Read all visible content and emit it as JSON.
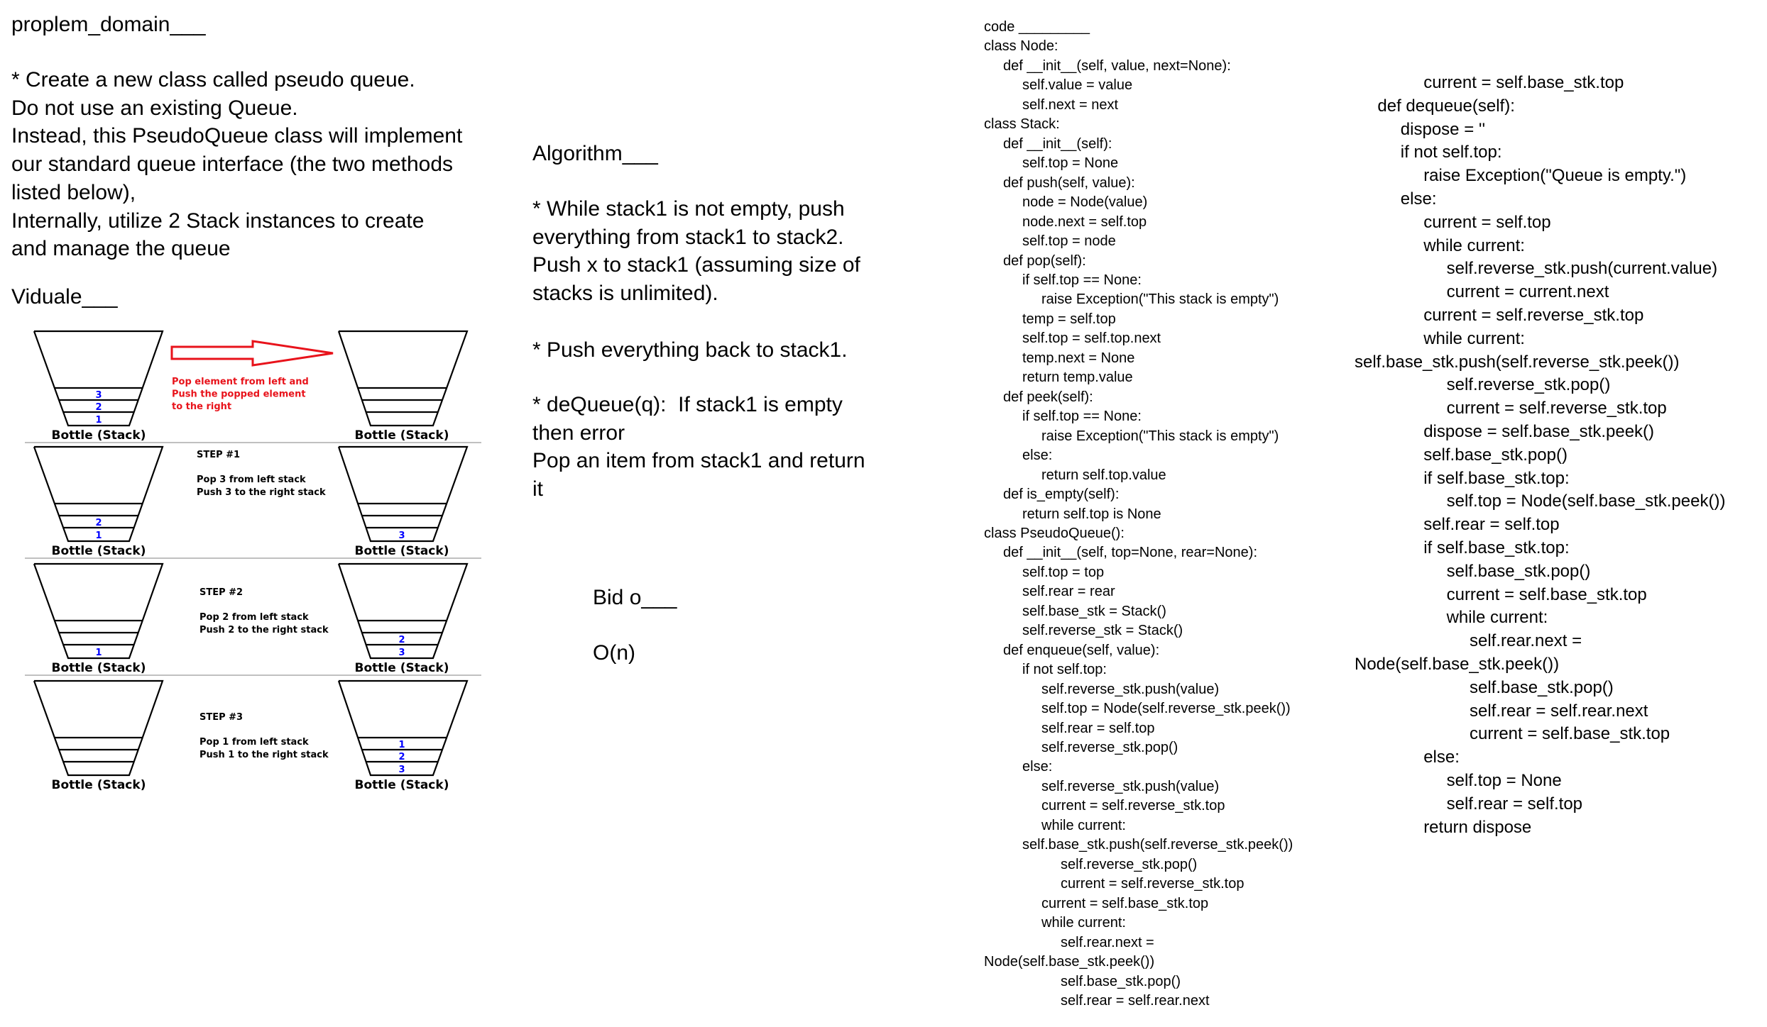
{
  "problem": {
    "heading": "proplem_domain___",
    "lines": [
      "* Create a new class called pseudo queue.",
      "Do not use an existing Queue.",
      "Instead, this PseudoQueue class will implement",
      "our standard queue interface (the two methods",
      "listed below),",
      "Internally, utilize 2 Stack instances to create",
      "and manage the queue"
    ],
    "visual_heading": "Viduale___"
  },
  "diagram": {
    "bottle_label": "Bottle (Stack)",
    "arrow_color": "#e8131b",
    "number_color": "#0000ff",
    "arrow_text": [
      "Pop element from left and",
      "Push the popped element",
      "to the right"
    ],
    "rows": [
      {
        "left": [
          "3",
          "2",
          "1"
        ],
        "right": [
          "",
          "",
          ""
        ]
      },
      {
        "step": "STEP #1",
        "pop": "Pop 3 from left stack",
        "push": "Push 3 to the right stack",
        "left": [
          "",
          "2",
          "1"
        ],
        "right": [
          "",
          "",
          "3"
        ]
      },
      {
        "step": "STEP #2",
        "pop": "Pop 2 from left stack",
        "push": "Push 2 to the right stack",
        "left": [
          "",
          "",
          "1"
        ],
        "right": [
          "",
          "2",
          "3"
        ]
      },
      {
        "step": "STEP #3",
        "pop": "Pop 1 from left stack",
        "push": "Push 1 to the right stack",
        "left": [
          "",
          "",
          ""
        ],
        "right": [
          "1",
          "2",
          "3"
        ]
      }
    ]
  },
  "algorithm": {
    "heading": "Algorithm___",
    "lines": [
      "* While stack1 is not empty, push",
      "everything from stack1 to stack2.",
      "Push x to stack1 (assuming size of",
      "stacks is unlimited)."
    ],
    "push_back": "* Push everything back to stack1.",
    "dequeue_lines": [
      "* deQueue(q):  If stack1 is empty",
      "then error",
      "Pop an item from stack1 and return",
      "it"
    ]
  },
  "big_o": {
    "heading": "Bid o___",
    "value": "O(n)"
  },
  "code_col1": [
    {
      "i": 0,
      "t": "code _________"
    },
    {
      "i": 0,
      "t": "class Node:"
    },
    {
      "i": 1,
      "t": "def __init__(self, value, next=None):"
    },
    {
      "i": 2,
      "t": "self.value = value"
    },
    {
      "i": 2,
      "t": "self.next = next"
    },
    {
      "i": 0,
      "t": "class Stack:"
    },
    {
      "i": 1,
      "t": "def __init__(self):"
    },
    {
      "i": 2,
      "t": "self.top = None"
    },
    {
      "i": 1,
      "t": "def push(self, value):"
    },
    {
      "i": 2,
      "t": "node = Node(value)"
    },
    {
      "i": 2,
      "t": "node.next = self.top"
    },
    {
      "i": 2,
      "t": "self.top = node"
    },
    {
      "i": 1,
      "t": "def pop(self):"
    },
    {
      "i": 2,
      "t": "if self.top == None:"
    },
    {
      "i": 3,
      "t": "raise Exception(\"This stack is empty\")"
    },
    {
      "i": 2,
      "t": "temp = self.top"
    },
    {
      "i": 2,
      "t": "self.top = self.top.next"
    },
    {
      "i": 2,
      "t": "temp.next = None"
    },
    {
      "i": 2,
      "t": "return temp.value"
    },
    {
      "i": 1,
      "t": "def peek(self):"
    },
    {
      "i": 2,
      "t": "if self.top == None:"
    },
    {
      "i": 3,
      "t": "raise Exception(\"This stack is empty\")"
    },
    {
      "i": 2,
      "t": "else:"
    },
    {
      "i": 3,
      "t": "return self.top.value"
    },
    {
      "i": 1,
      "t": "def is_empty(self):"
    },
    {
      "i": 2,
      "t": "return self.top is None"
    },
    {
      "i": 0,
      "t": "class PseudoQueue():"
    },
    {
      "i": 1,
      "t": "def __init__(self, top=None, rear=None):"
    },
    {
      "i": 2,
      "t": "self.top = top"
    },
    {
      "i": 2,
      "t": "self.rear = rear"
    },
    {
      "i": 2,
      "t": "self.base_stk = Stack()"
    },
    {
      "i": 2,
      "t": "self.reverse_stk = Stack()"
    },
    {
      "i": 1,
      "t": "def enqueue(self, value):"
    },
    {
      "i": 2,
      "t": "if not self.top:"
    },
    {
      "i": 3,
      "t": "self.reverse_stk.push(value)"
    },
    {
      "i": 3,
      "t": "self.top = Node(self.reverse_stk.peek())"
    },
    {
      "i": 3,
      "t": "self.rear = self.top"
    },
    {
      "i": 3,
      "t": "self.reverse_stk.pop()"
    },
    {
      "i": 2,
      "t": "else:"
    },
    {
      "i": 3,
      "t": "self.reverse_stk.push(value)"
    },
    {
      "i": 3,
      "t": "current = self.reverse_stk.top"
    },
    {
      "i": 3,
      "t": "while current:"
    },
    {
      "i": 2,
      "t": "self.base_stk.push(self.reverse_stk.peek())"
    },
    {
      "i": 4,
      "t": "self.reverse_stk.pop()"
    },
    {
      "i": 4,
      "t": "current = self.reverse_stk.top"
    },
    {
      "i": 3,
      "t": "current = self.base_stk.top"
    },
    {
      "i": 3,
      "t": "while current:"
    },
    {
      "i": 4,
      "t": "self.rear.next ="
    },
    {
      "i": 0,
      "t": "Node(self.base_stk.peek())"
    },
    {
      "i": 4,
      "t": "self.base_stk.pop()"
    },
    {
      "i": 4,
      "t": "self.rear = self.rear.next"
    }
  ],
  "code_col2": [
    {
      "i": 3,
      "t": "current = self.base_stk.top"
    },
    {
      "i": 1,
      "t": "def dequeue(self):"
    },
    {
      "i": 2,
      "t": "dispose = ''"
    },
    {
      "i": 2,
      "t": "if not self.top:"
    },
    {
      "i": 3,
      "t": "raise Exception(\"Queue is empty.\")"
    },
    {
      "i": 2,
      "t": "else:"
    },
    {
      "i": 3,
      "t": "current = self.top"
    },
    {
      "i": 3,
      "t": "while current:"
    },
    {
      "i": 4,
      "t": "self.reverse_stk.push(current.value)"
    },
    {
      "i": 4,
      "t": "current = current.next"
    },
    {
      "i": 3,
      "t": "current = self.reverse_stk.top"
    },
    {
      "i": 3,
      "t": "while current:"
    },
    {
      "i": 0,
      "t": "self.base_stk.push(self.reverse_stk.peek())"
    },
    {
      "i": 4,
      "t": "self.reverse_stk.pop()"
    },
    {
      "i": 4,
      "t": "current = self.reverse_stk.top"
    },
    {
      "i": 3,
      "t": "dispose = self.base_stk.peek()"
    },
    {
      "i": 3,
      "t": "self.base_stk.pop()"
    },
    {
      "i": 3,
      "t": "if self.base_stk.top:"
    },
    {
      "i": 4,
      "t": "self.top = Node(self.base_stk.peek())"
    },
    {
      "i": 3,
      "t": "self.rear = self.top"
    },
    {
      "i": 3,
      "t": "if self.base_stk.top:"
    },
    {
      "i": 4,
      "t": "self.base_stk.pop()"
    },
    {
      "i": 4,
      "t": "current = self.base_stk.top"
    },
    {
      "i": 4,
      "t": "while current:"
    },
    {
      "i": 5,
      "t": "self.rear.next ="
    },
    {
      "i": 0,
      "t": "Node(self.base_stk.peek())"
    },
    {
      "i": 5,
      "t": "self.base_stk.pop()"
    },
    {
      "i": 5,
      "t": "self.rear = self.rear.next"
    },
    {
      "i": 5,
      "t": "current = self.base_stk.top"
    },
    {
      "i": 3,
      "t": "else:"
    },
    {
      "i": 4,
      "t": "self.top = None"
    },
    {
      "i": 4,
      "t": "self.rear = self.top"
    },
    {
      "i": 3,
      "t": "return dispose"
    }
  ]
}
